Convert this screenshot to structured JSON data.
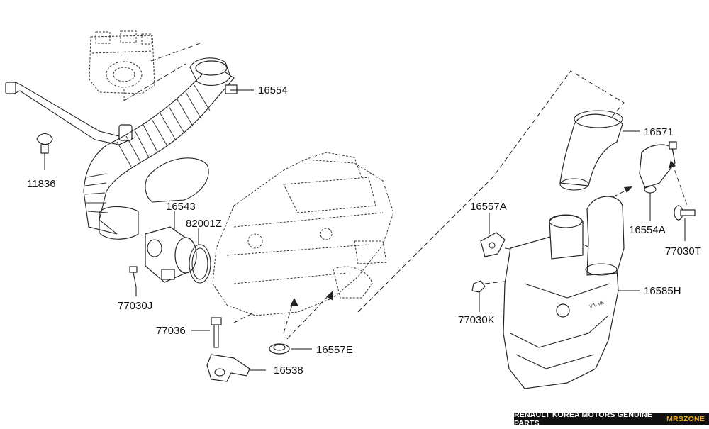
{
  "labels": {
    "p16554": "16554",
    "p11836": "11836",
    "p16543": "16543",
    "p82001Z": "82001Z",
    "p77030J": "77030J",
    "p77036": "77036",
    "p16538": "16538",
    "p16557E": "16557E",
    "p16571": "16571",
    "p16554A": "16554A",
    "p77030T": "77030T",
    "p16557A": "16557A",
    "p16585H": "16585H",
    "p77030K": "77030K"
  },
  "footer": {
    "text": "RENAULT KOREA MOTORS GENUINE PARTS",
    "brand": "MRSZONE"
  },
  "colors": {
    "background": "#ffffff",
    "ink": "#111111",
    "banner_bg": "#111111",
    "banner_accent": "#f2a81d"
  }
}
